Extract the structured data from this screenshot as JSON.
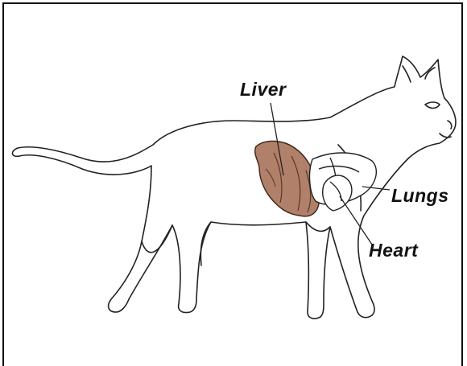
{
  "diagram": {
    "labels": {
      "liver": "Liver",
      "lungs": "Lungs",
      "heart": "Heart"
    },
    "colors": {
      "outline": "#222222",
      "liver_fill": "#b0806a",
      "liver_shade": "#8e5e48",
      "background": "#ffffff"
    }
  }
}
